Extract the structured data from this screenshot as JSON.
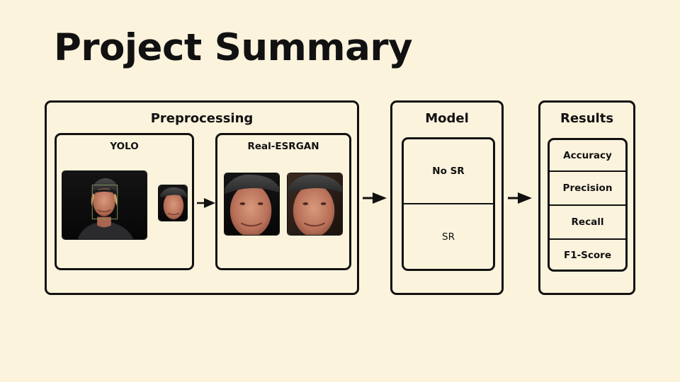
{
  "title": "Project Summary",
  "preprocessing": {
    "title": "Preprocessing",
    "yolo": {
      "title": "YOLO"
    },
    "esrgan": {
      "title": "Real-ESRGAN"
    }
  },
  "model": {
    "title": "Model",
    "options": [
      "No SR",
      "SR"
    ]
  },
  "results": {
    "title": "Results",
    "metrics": [
      "Accuracy",
      "Precision",
      "Recall",
      "F1-Score"
    ]
  },
  "colors": {
    "background": "#fcf3dd",
    "border": "#111111",
    "detection_box": "#7f8f5e"
  },
  "icons": [
    "arrow-right-icon",
    "face-photo"
  ]
}
